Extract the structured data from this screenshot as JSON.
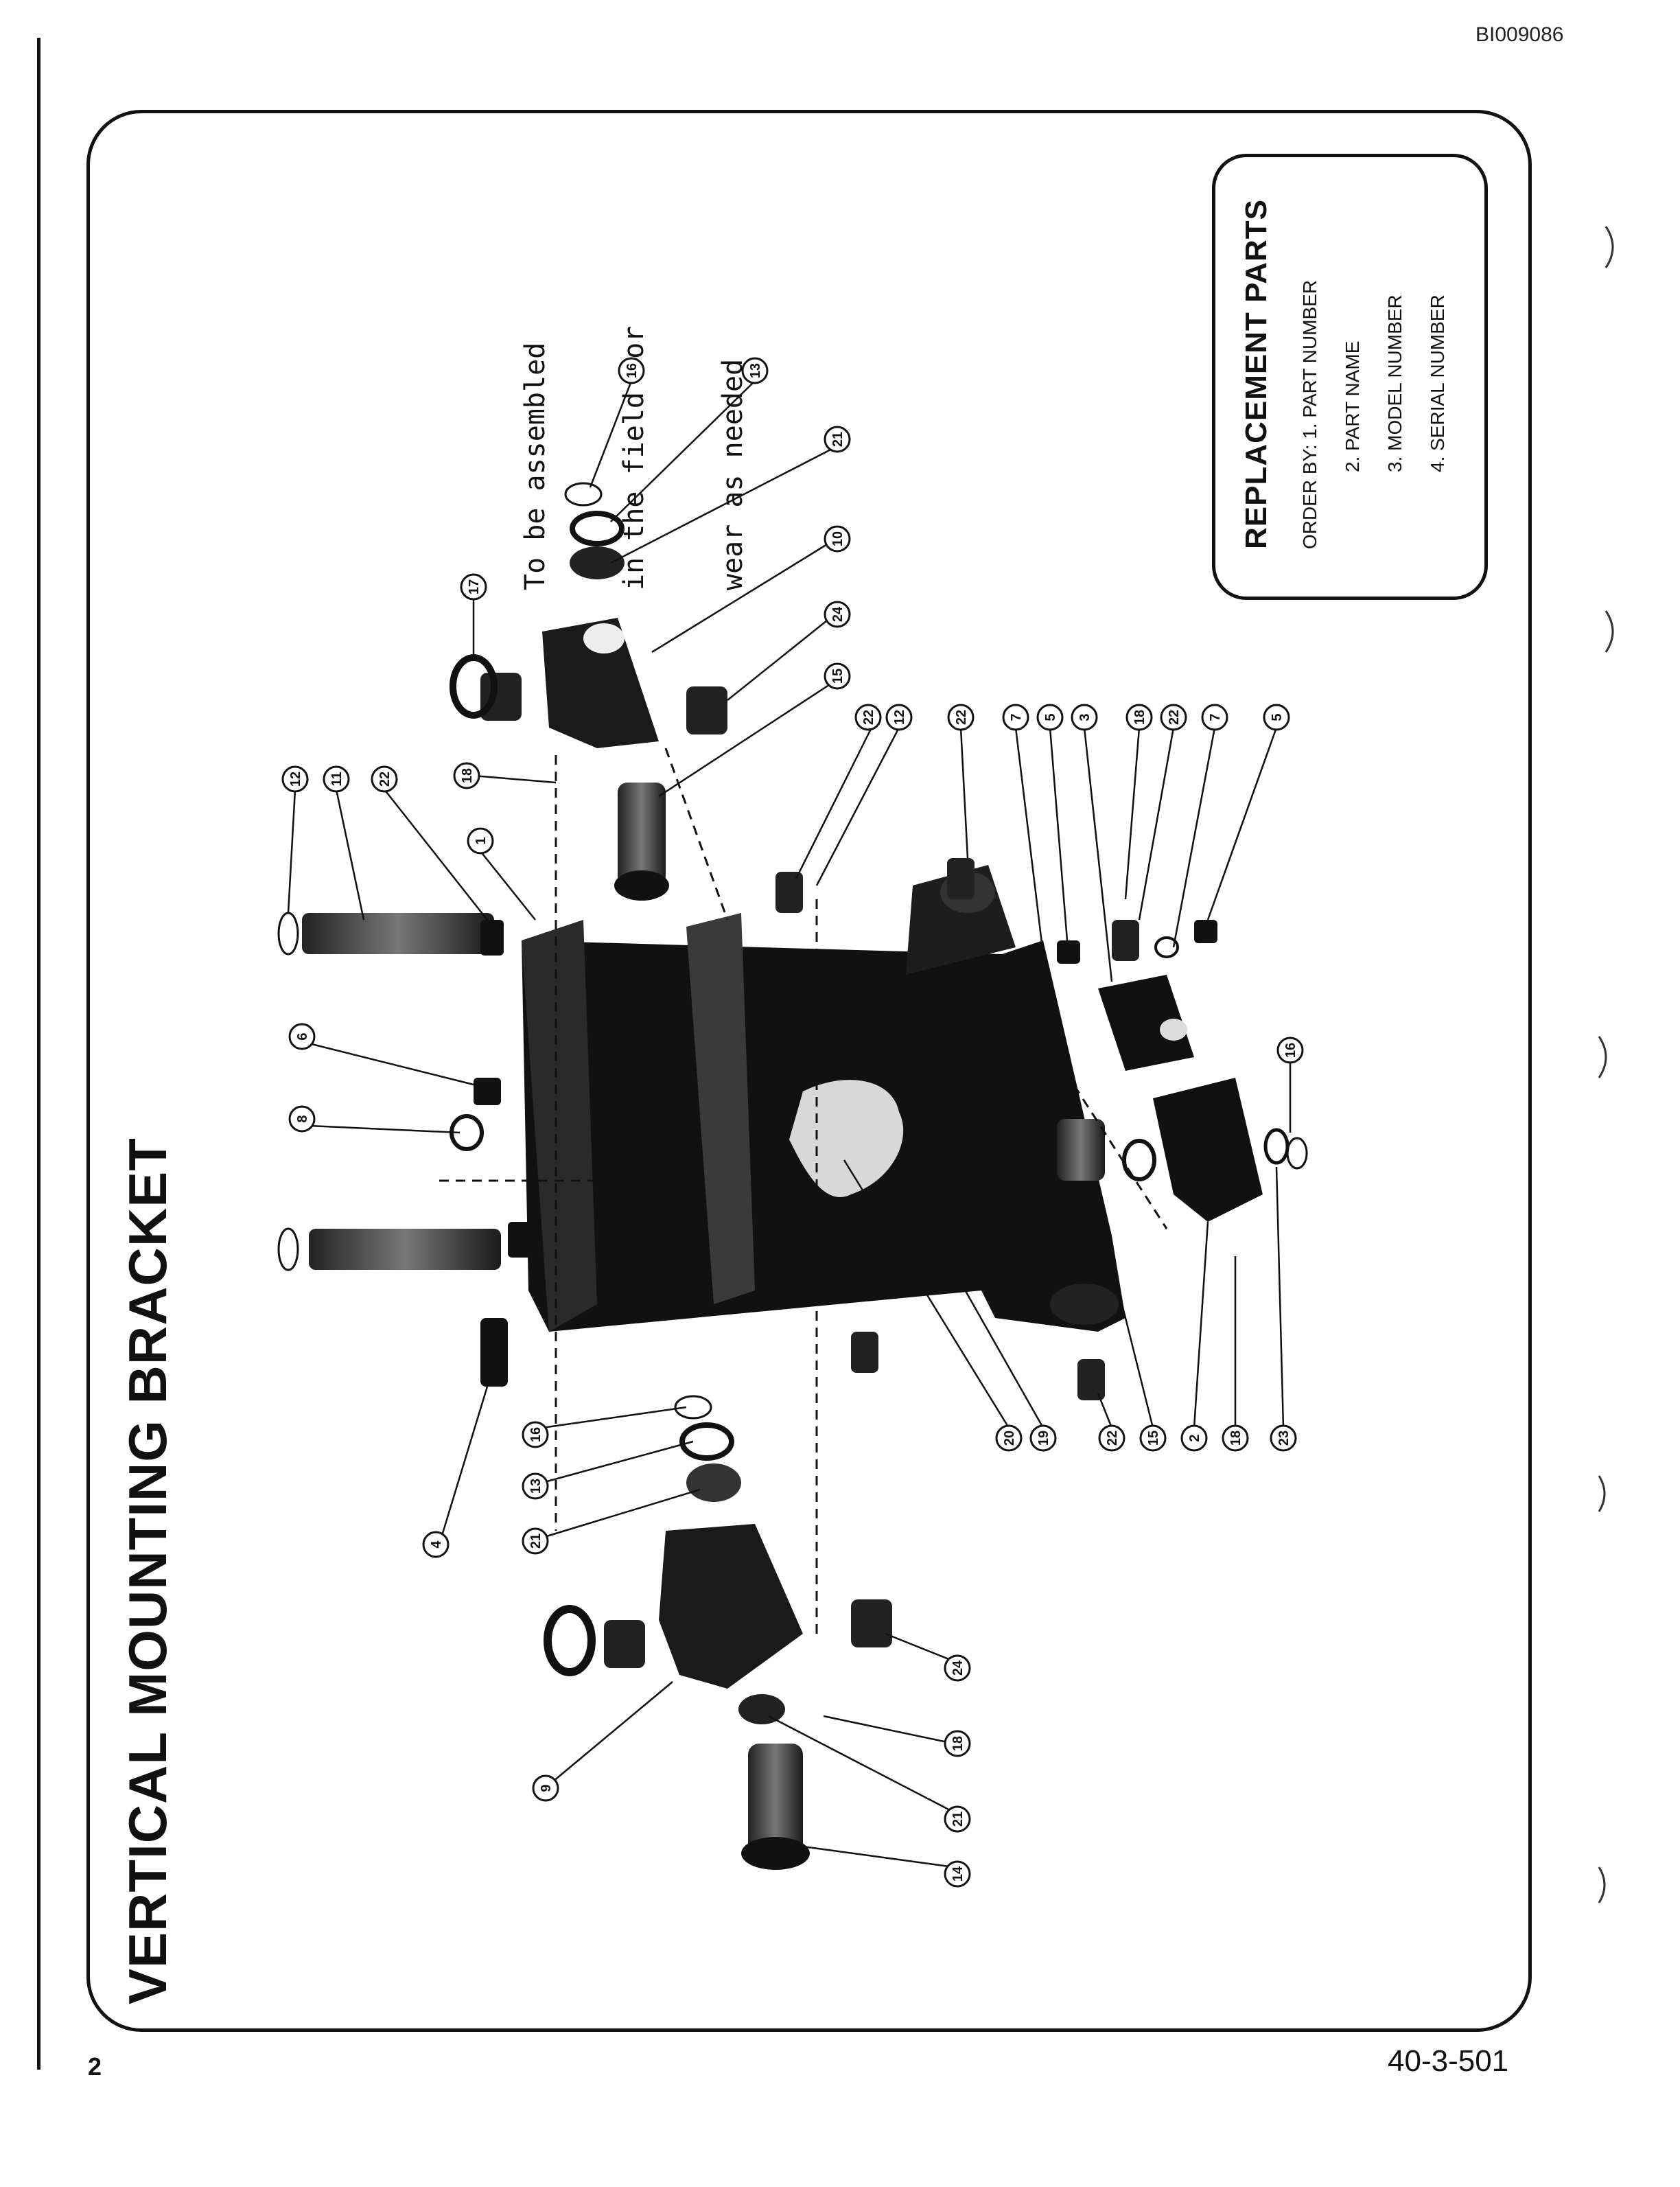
{
  "header": {
    "doc_id": "BI009086"
  },
  "title": "VERTICAL MOUNTING BRACKET",
  "field_note": [
    "To be assembled",
    "in the field for",
    "wear as needed"
  ],
  "replacement_parts": {
    "title": "REPLACEMENT PARTS",
    "order_by": "ORDER BY: 1. PART NUMBER",
    "items": [
      "2. PART NAME",
      "3. MODEL NUMBER",
      "4. SERIAL NUMBER"
    ]
  },
  "callouts": {
    "c1": "16",
    "c2": "13",
    "c3": "21",
    "c4": "10",
    "c5": "24",
    "c6": "15",
    "c7": "22",
    "c8": "12",
    "c9": "22",
    "c10": "7",
    "c11": "5",
    "c12": "3",
    "c13": "18",
    "c14": "22",
    "c15": "7",
    "c16": "5",
    "c17": "17",
    "c18": "18",
    "c19": "12",
    "c20": "11",
    "c21": "22",
    "c22": "1",
    "c23": "6",
    "c24": "8",
    "c25": "16",
    "c26": "20",
    "c27": "19",
    "c28": "22",
    "c29": "15",
    "c30": "2",
    "c31": "18",
    "c32": "23",
    "c33": "4",
    "c34": "16",
    "c35": "13",
    "c36": "21",
    "c37": "24",
    "c38": "9",
    "c39": "18",
    "c40": "21",
    "c41": "14"
  },
  "footer": {
    "page_number": "2",
    "doc_number": "40-3-501"
  }
}
